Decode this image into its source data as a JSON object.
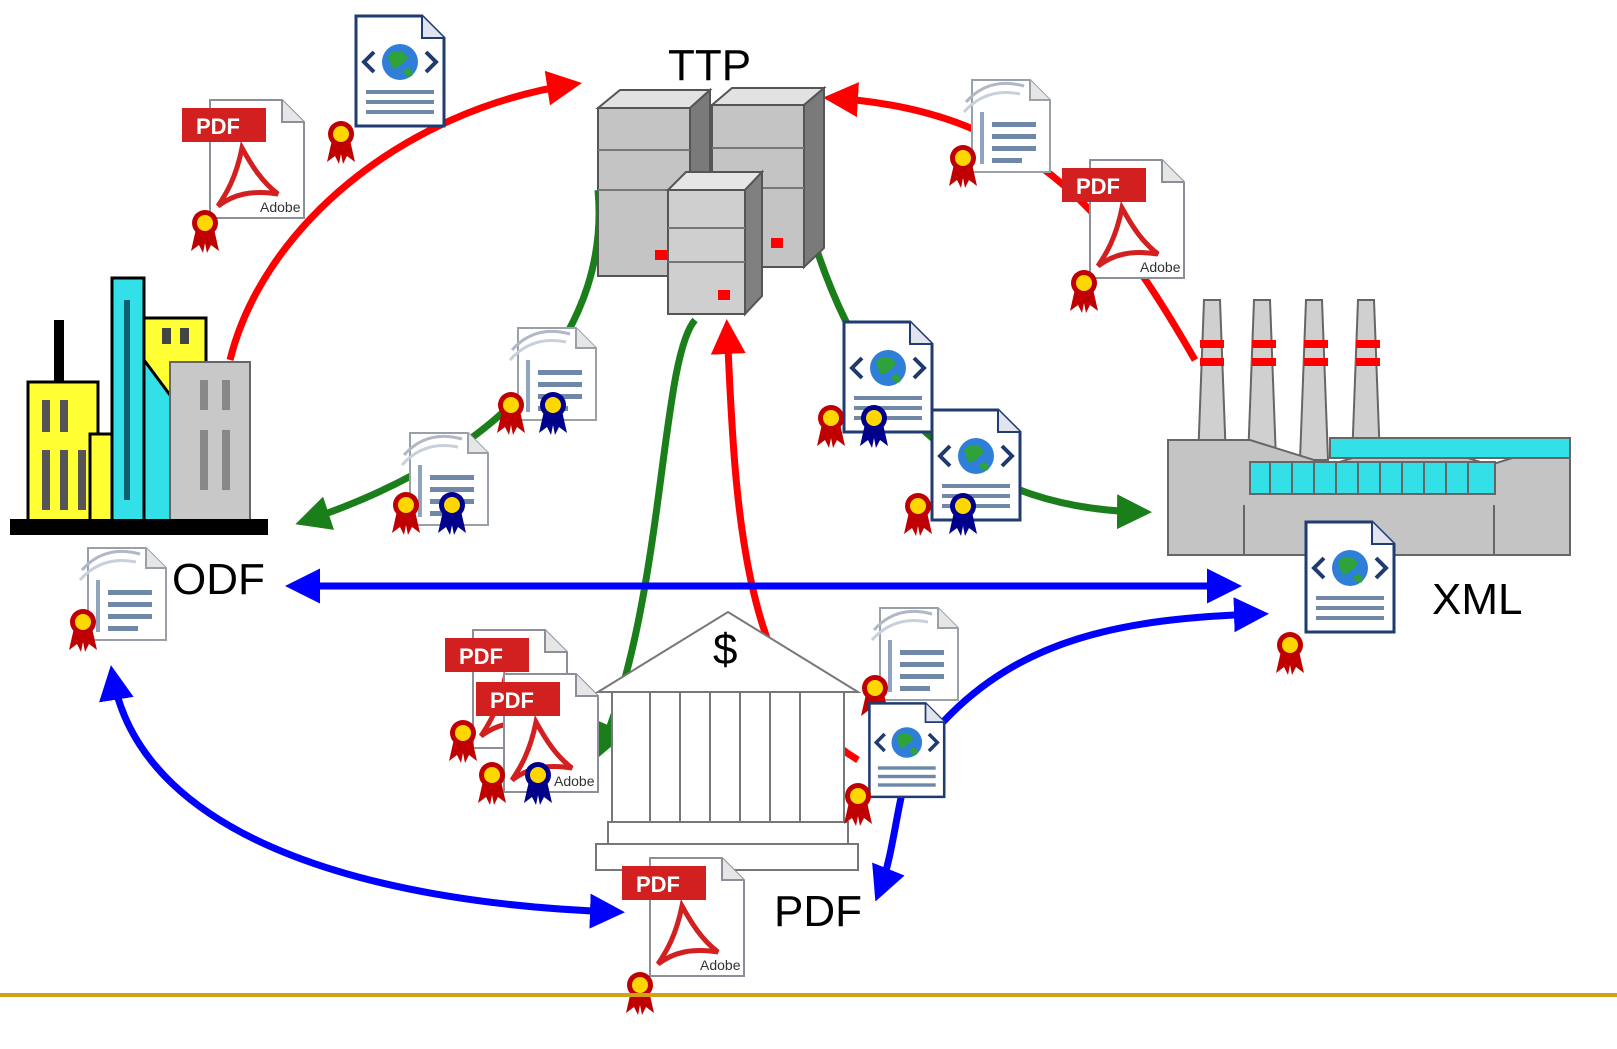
{
  "labels": {
    "ttp": "TTP",
    "odf": "ODF",
    "xml": "XML",
    "pdf": "PDF",
    "bank_symbol": "$"
  },
  "doc_icon_text": {
    "pdf_badge": "PDF",
    "adobe": "Adobe"
  },
  "colors": {
    "submit_arrow": "#ff0000",
    "return_arrow": "#1a7f1a",
    "exchange_arrow": "#0000ff",
    "footer_rule": "#d4a017"
  }
}
